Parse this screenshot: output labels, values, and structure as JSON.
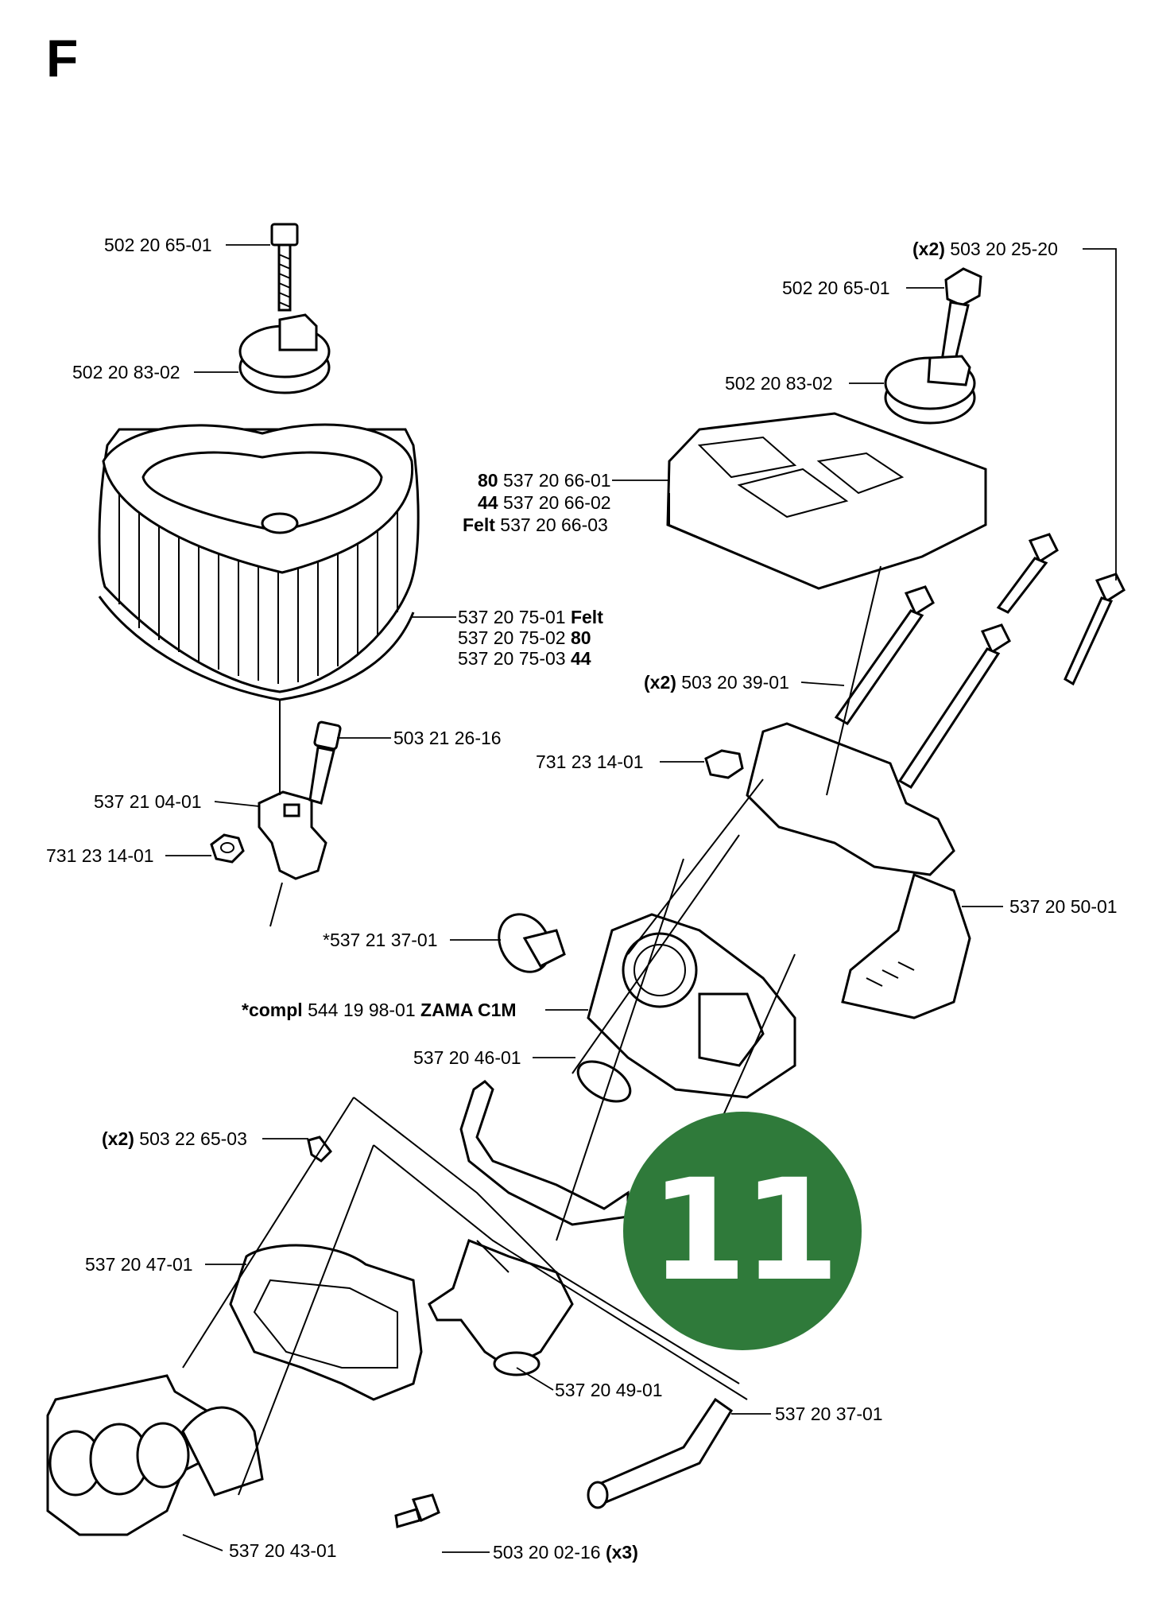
{
  "section_letter": "F",
  "badge_number": "11",
  "badge_color": "#2f7a3a",
  "labels": {
    "l1": {
      "main": "502 20 65-01"
    },
    "l2": {
      "main": "502 20 83-02"
    },
    "l3": {
      "prefix": "(x2)",
      "main": "503 20 25-20"
    },
    "l4": {
      "main": "502 20 65-01"
    },
    "l5": {
      "main": "502 20 83-02"
    },
    "l6": {
      "prefix": "80",
      "main": "537 20 66-01"
    },
    "l7": {
      "prefix": "44",
      "main": "537 20 66-02"
    },
    "l8": {
      "prefix": "Felt",
      "main": "537 20 66-03"
    },
    "l9": {
      "main": "537 20 75-01",
      "suffix": "Felt"
    },
    "l10": {
      "main": "537 20 75-02",
      "suffix": "80"
    },
    "l11": {
      "main": "537 20 75-03",
      "suffix": "44"
    },
    "l12": {
      "prefix": "(x2)",
      "main": "503 20 39-01"
    },
    "l13": {
      "main": "503 21 26-16"
    },
    "l14": {
      "main": "731 23 14-01"
    },
    "l15": {
      "main": "537 21 04-01"
    },
    "l16": {
      "main": "731 23 14-01"
    },
    "l17": {
      "main": "537 20 50-01"
    },
    "l18": {
      "main": "*537 21 37-01"
    },
    "l19": {
      "prefix": "*compl",
      "main": "544 19 98-01",
      "suffix": "ZAMA C1M"
    },
    "l20": {
      "main": "537 20 46-01"
    },
    "l21": {
      "prefix": "(x2)",
      "main": "503 22 65-03"
    },
    "l22": {
      "main": "537 20 47-01"
    },
    "l23": {
      "main": "537 20 49-01"
    },
    "l24": {
      "main": "537 20 37-01"
    },
    "l25": {
      "main": "537 20 43-01"
    },
    "l26": {
      "main": "503 20 02-16",
      "suffix": "(x3)"
    }
  }
}
